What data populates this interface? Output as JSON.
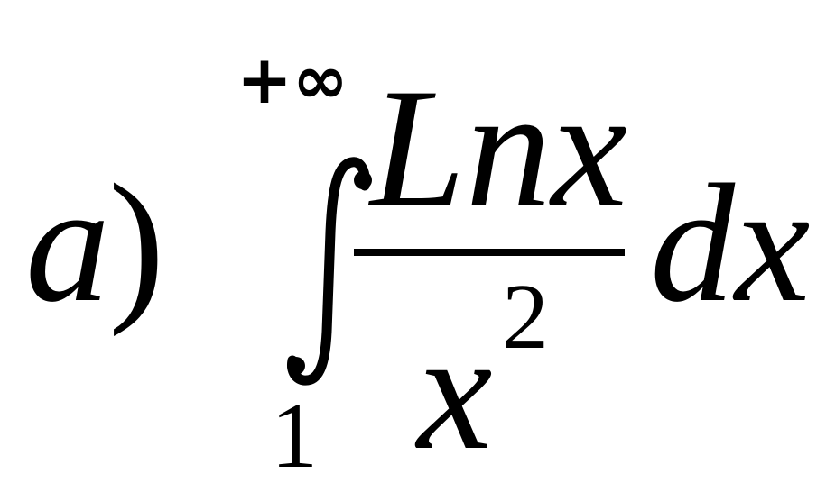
{
  "formula": {
    "label_letter": "a",
    "label_paren": ")",
    "upper_limit": "+∞",
    "lower_limit": "1",
    "numerator": "Lnx",
    "denominator_base": "x",
    "denominator_exponent": "2",
    "differential": "dx"
  }
}
